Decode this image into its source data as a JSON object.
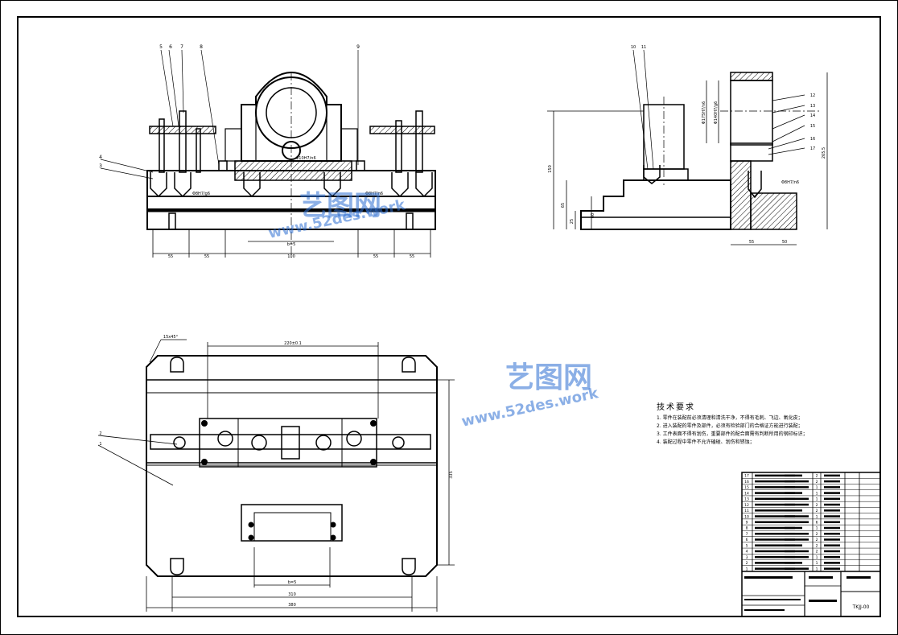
{
  "watermark": {
    "brand": "艺图网",
    "url": "www.52des.work",
    "color": "#2e6fd2"
  },
  "tech_requirements": {
    "title": "技术要求",
    "items": [
      "1. 零件在装配前必须清理和清洗干净，不得有毛刺、飞边、氧化皮；",
      "2. 进入装配的零件及部件，必须有检验部门的合格证方能进行装配；",
      "3. 工件表面不得有划伤，重要部件的配合面需有判断所用的钢印标识；",
      "4. 装配过程中零件不允许磕碰、划伤和锈蚀；"
    ]
  },
  "front_view": {
    "balloons": [
      "5",
      "6",
      "7",
      "8",
      "9",
      "4",
      "3"
    ],
    "fits": [
      "Φ10H7/n6",
      "Φ8H7/g6",
      "Φ8H7/n6"
    ],
    "dims": [
      "55",
      "55",
      "100",
      "55",
      "55",
      "b=5"
    ]
  },
  "side_view": {
    "balloons": [
      "10",
      "11",
      "12",
      "13",
      "14",
      "15",
      "16",
      "17"
    ],
    "fits": [
      "Φ175H7/n6",
      "Φ140H7/g6",
      "Φ8H7/n6"
    ],
    "dims": [
      "150",
      "65",
      "25",
      "60",
      "55",
      "50",
      "265.5"
    ]
  },
  "plan_view": {
    "balloons": [
      "2",
      "1"
    ],
    "dims": [
      "15x45°",
      "220±0.1",
      "335",
      "b=5",
      "310",
      "380"
    ]
  },
  "title_block": {
    "drawing_no": "TKJJ-00",
    "row_numbers": [
      "17",
      "16",
      "15",
      "14",
      "13",
      "12",
      "11",
      "10",
      "9",
      "8",
      "7",
      "6",
      "5",
      "4",
      "3",
      "2",
      "1"
    ],
    "quantities": [
      "2",
      "2",
      "1",
      "1",
      "1",
      "2",
      "2",
      "1",
      "6",
      "1",
      "2",
      "2",
      "2",
      "2",
      "1",
      "1",
      "1"
    ]
  }
}
